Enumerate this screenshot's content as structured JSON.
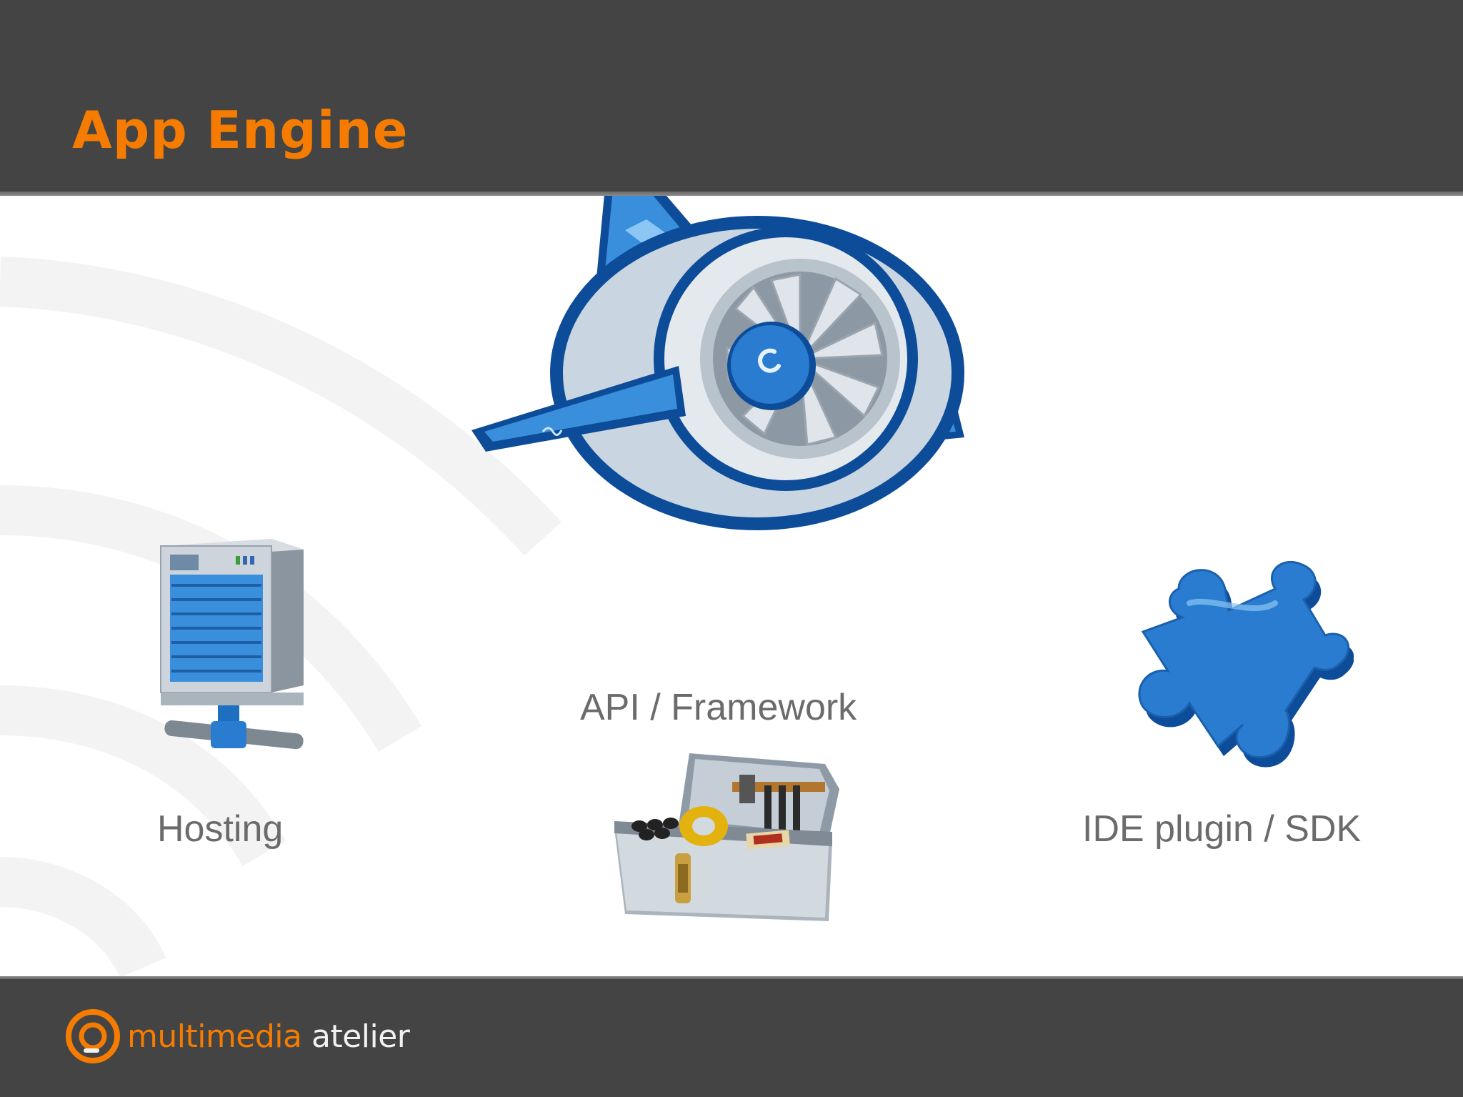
{
  "slide": {
    "title": "App Engine"
  },
  "items": [
    {
      "label": "Hosting",
      "icon": "server-icon"
    },
    {
      "label": "API / Framework",
      "icon": "toolbox-icon"
    },
    {
      "label": "IDE plugin / SDK",
      "icon": "puzzle-piece-icon"
    }
  ],
  "footer": {
    "brand_word1": "multimedia",
    "brand_word2": "atelier"
  },
  "colors": {
    "title": "#f57c00",
    "bars": "#444444",
    "caption": "#6b6b6b",
    "icon_blue": "#1e6fc0"
  }
}
